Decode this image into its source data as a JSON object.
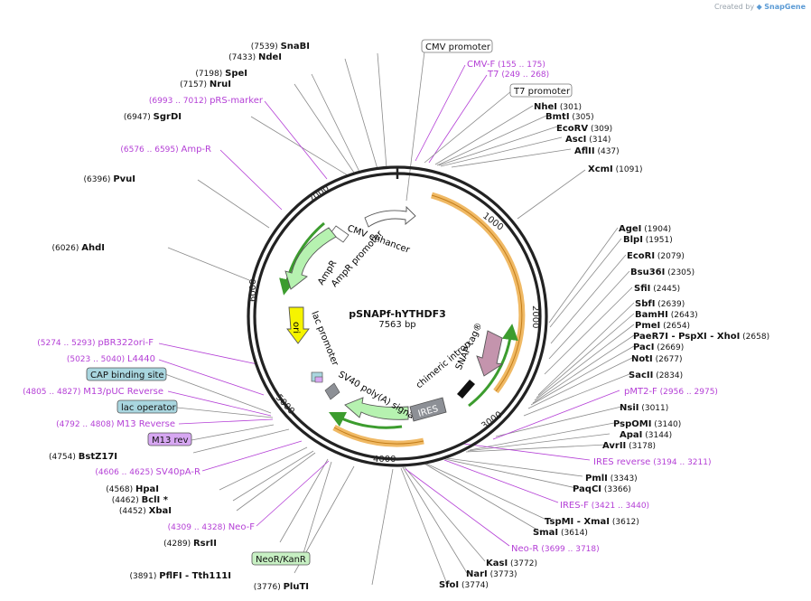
{
  "credit": {
    "created_by": "Created by",
    "brand": "SnapGene"
  },
  "plasmid": {
    "name": "pSNAPf-hYTHDF3",
    "length_label": "7563 bp",
    "length": 7563
  },
  "ticks": [
    "1000",
    "2000",
    "3000",
    "4000",
    "5000",
    "6000",
    "7000"
  ],
  "sites": [
    {
      "name": "SnaBI",
      "pos": "(7539)"
    },
    {
      "name": "NdeI",
      "pos": "(7433)"
    },
    {
      "name": "SpeI",
      "pos": "(7198)"
    },
    {
      "name": "NruI",
      "pos": "(7157)"
    },
    {
      "name": "SgrDI",
      "pos": "(6947)"
    },
    {
      "name": "PvuI",
      "pos": "(6396)"
    },
    {
      "name": "AhdI",
      "pos": "(6026)"
    },
    {
      "name": "BstZ17I",
      "pos": "(4754)"
    },
    {
      "name": "HpaI",
      "pos": "(4568)"
    },
    {
      "name": "BclI *",
      "pos": "(4462)"
    },
    {
      "name": "XbaI",
      "pos": "(4452)"
    },
    {
      "name": "RsrII",
      "pos": "(4289)"
    },
    {
      "name": "PflFI - Tth111I",
      "pos": "(3891)"
    },
    {
      "name": "PluTI",
      "pos": "(3776)"
    },
    {
      "name": "SfoI",
      "pos": "(3774)"
    },
    {
      "name": "NarI",
      "pos": "(3773)"
    },
    {
      "name": "KasI",
      "pos": "(3772)"
    },
    {
      "name": "SmaI",
      "pos": "(3614)"
    },
    {
      "name": "TspMI - XmaI",
      "pos": "(3612)"
    },
    {
      "name": "PaqCI",
      "pos": "(3366)"
    },
    {
      "name": "PmlI",
      "pos": "(3343)"
    },
    {
      "name": "AvrII",
      "pos": "(3178)"
    },
    {
      "name": "ApaI",
      "pos": "(3144)"
    },
    {
      "name": "PspOMI",
      "pos": "(3140)"
    },
    {
      "name": "NsiI",
      "pos": "(3011)"
    },
    {
      "name": "SacII",
      "pos": "(2834)"
    },
    {
      "name": "NotI",
      "pos": "(2677)"
    },
    {
      "name": "PacI",
      "pos": "(2669)"
    },
    {
      "name": "PaeR7I - PspXI - XhoI",
      "pos": "(2658)"
    },
    {
      "name": "PmeI",
      "pos": "(2654)"
    },
    {
      "name": "BamHI",
      "pos": "(2643)"
    },
    {
      "name": "SbfI",
      "pos": "(2639)"
    },
    {
      "name": "SfiI",
      "pos": "(2445)"
    },
    {
      "name": "Bsu36I",
      "pos": "(2305)"
    },
    {
      "name": "EcoRI",
      "pos": "(2079)"
    },
    {
      "name": "BlpI",
      "pos": "(1951)"
    },
    {
      "name": "AgeI",
      "pos": "(1904)"
    },
    {
      "name": "XcmI",
      "pos": "(1091)"
    },
    {
      "name": "AflII",
      "pos": "(437)"
    },
    {
      "name": "AscI",
      "pos": "(314)"
    },
    {
      "name": "EcoRV",
      "pos": "(309)"
    },
    {
      "name": "BmtI",
      "pos": "(305)"
    },
    {
      "name": "NheI",
      "pos": "(301)"
    }
  ],
  "primers": [
    {
      "name": "pRS-marker",
      "range": "(6993 .. 7012)"
    },
    {
      "name": "Amp-R",
      "range": "(6576 .. 6595)"
    },
    {
      "name": "pBR322ori-F",
      "range": "(5274 .. 5293)"
    },
    {
      "name": "L4440",
      "range": "(5023 .. 5040)"
    },
    {
      "name": "M13/pUC Reverse",
      "range": "(4805 .. 4827)"
    },
    {
      "name": "M13 Reverse",
      "range": "(4792 .. 4808)"
    },
    {
      "name": "SV40pA-R",
      "range": "(4606 .. 4625)"
    },
    {
      "name": "Neo-F",
      "range": "(4309 .. 4328)"
    },
    {
      "name": "Neo-R",
      "range": "(3699 .. 3718)"
    },
    {
      "name": "IRES-F",
      "range": "(3421 .. 3440)"
    },
    {
      "name": "IRES reverse",
      "range": "(3194 .. 3211)"
    },
    {
      "name": "pMT2-F",
      "range": "(2956 .. 2975)"
    },
    {
      "name": "CMV-F",
      "range": "(155 .. 175)"
    },
    {
      "name": "T7",
      "range": "(249 .. 268)"
    }
  ],
  "boxed_features": [
    {
      "name": "CMV promoter",
      "style": "white"
    },
    {
      "name": "T7 promoter",
      "style": "white"
    },
    {
      "name": "CAP binding site",
      "style": "teal"
    },
    {
      "name": "lac operator",
      "style": "teal"
    },
    {
      "name": "M13 rev",
      "style": "violet"
    },
    {
      "name": "NeoR/KanR",
      "style": "green"
    }
  ],
  "inner_features": [
    {
      "name": "CMV enhancer"
    },
    {
      "name": "AmpR"
    },
    {
      "name": "AmpR promoter"
    },
    {
      "name": "ori"
    },
    {
      "name": "lac promoter"
    },
    {
      "name": "SV40 poly(A) signal"
    },
    {
      "name": "IRES"
    },
    {
      "name": "chimeric intron"
    },
    {
      "name": "SNAP-tag®"
    }
  ],
  "colors": {
    "backbone": "#222222",
    "enzyme_line": "#8a8a8a",
    "primer": "#b43fd6",
    "orange_arc": "#f0b964",
    "green_feature": "#b6f2b0",
    "green_dark": "#3c9c2e",
    "ori_yellow": "#f6f400",
    "ires_gray": "#8d9096",
    "snap_mauve": "#c494ad",
    "teal_box": "#a9d6df",
    "violet_box": "#d7a7f2",
    "green_box": "#c7f0c3",
    "credit_blue": "#5b9bd5"
  }
}
